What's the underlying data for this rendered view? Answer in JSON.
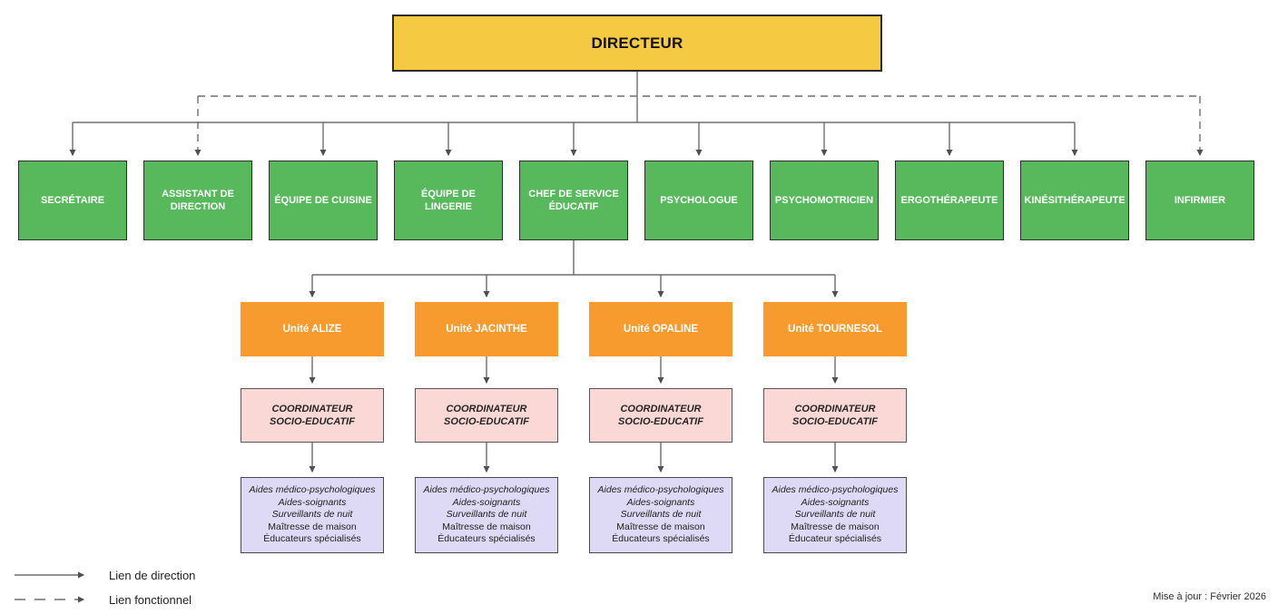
{
  "root": {
    "label": "DIRECTEUR"
  },
  "staff": [
    {
      "label": "SECRÉTAIRE",
      "link": "direction"
    },
    {
      "label": "ASSISTANT DE DIRECTION",
      "link": "fonctionnel"
    },
    {
      "label": "ÉQUIPE DE CUISINE",
      "link": "direction"
    },
    {
      "label": "ÉQUIPE DE LINGERIE",
      "link": "direction"
    },
    {
      "label": "CHEF DE SERVICE ÉDUCATIF",
      "link": "direction"
    },
    {
      "label": "PSYCHOLOGUE",
      "link": "direction"
    },
    {
      "label": "PSYCHOMOTRICIEN",
      "link": "direction"
    },
    {
      "label": "ERGOTHÉRAPEUTE",
      "link": "direction"
    },
    {
      "label": "KINÉSITHÉRAPEUTE",
      "link": "direction"
    },
    {
      "label": "INFIRMIER",
      "link": "fonctionnel"
    }
  ],
  "units": [
    {
      "name": "Unité ALIZE",
      "coordinator": "COORDINATEUR SOCIO-EDUCATIF",
      "team": [
        "Aides médico-psychologiques",
        "Aides-soignants",
        "Surveillants de nuit",
        "Maîtresse de maison",
        "Éducateurs spécialisés"
      ]
    },
    {
      "name": "Unité JACINTHE",
      "coordinator": "COORDINATEUR SOCIO-EDUCATIF",
      "team": [
        "Aides médico-psychologiques",
        "Aides-soignants",
        "Surveillants de nuit",
        "Maîtresse de maison",
        "Éducateurs spécialisés"
      ]
    },
    {
      "name": "Unité OPALINE",
      "coordinator": "COORDINATEUR SOCIO-EDUCATIF",
      "team": [
        "Aides médico-psychologiques",
        "Aides-soignants",
        "Surveillants de nuit",
        "Maîtresse de maison",
        "Éducateurs spécialisés"
      ]
    },
    {
      "name": "Unité TOURNESOL",
      "coordinator": "COORDINATEUR SOCIO-EDUCATIF",
      "team": [
        "Aides médico-psychologiques",
        "Aides-soignants",
        "Surveillants de nuit",
        "Maîtresse de maison",
        "Éducateur spécialisés"
      ]
    }
  ],
  "legend": {
    "items": [
      {
        "label": "Lien de direction",
        "style": "solid"
      },
      {
        "label": "Lien fonctionnel",
        "style": "dashed"
      }
    ]
  },
  "footer": {
    "updated_label": "Mise à jour : Février 2026"
  },
  "colors": {
    "director_fill": "#F6C943",
    "staff_fill": "#57B95C",
    "unit_fill": "#F89B2F",
    "coordinator_fill": "#FAD8D6",
    "team_fill": "#DEDAF5",
    "line": "#6F6F6F",
    "arrowhead": "#4F4F4F"
  }
}
